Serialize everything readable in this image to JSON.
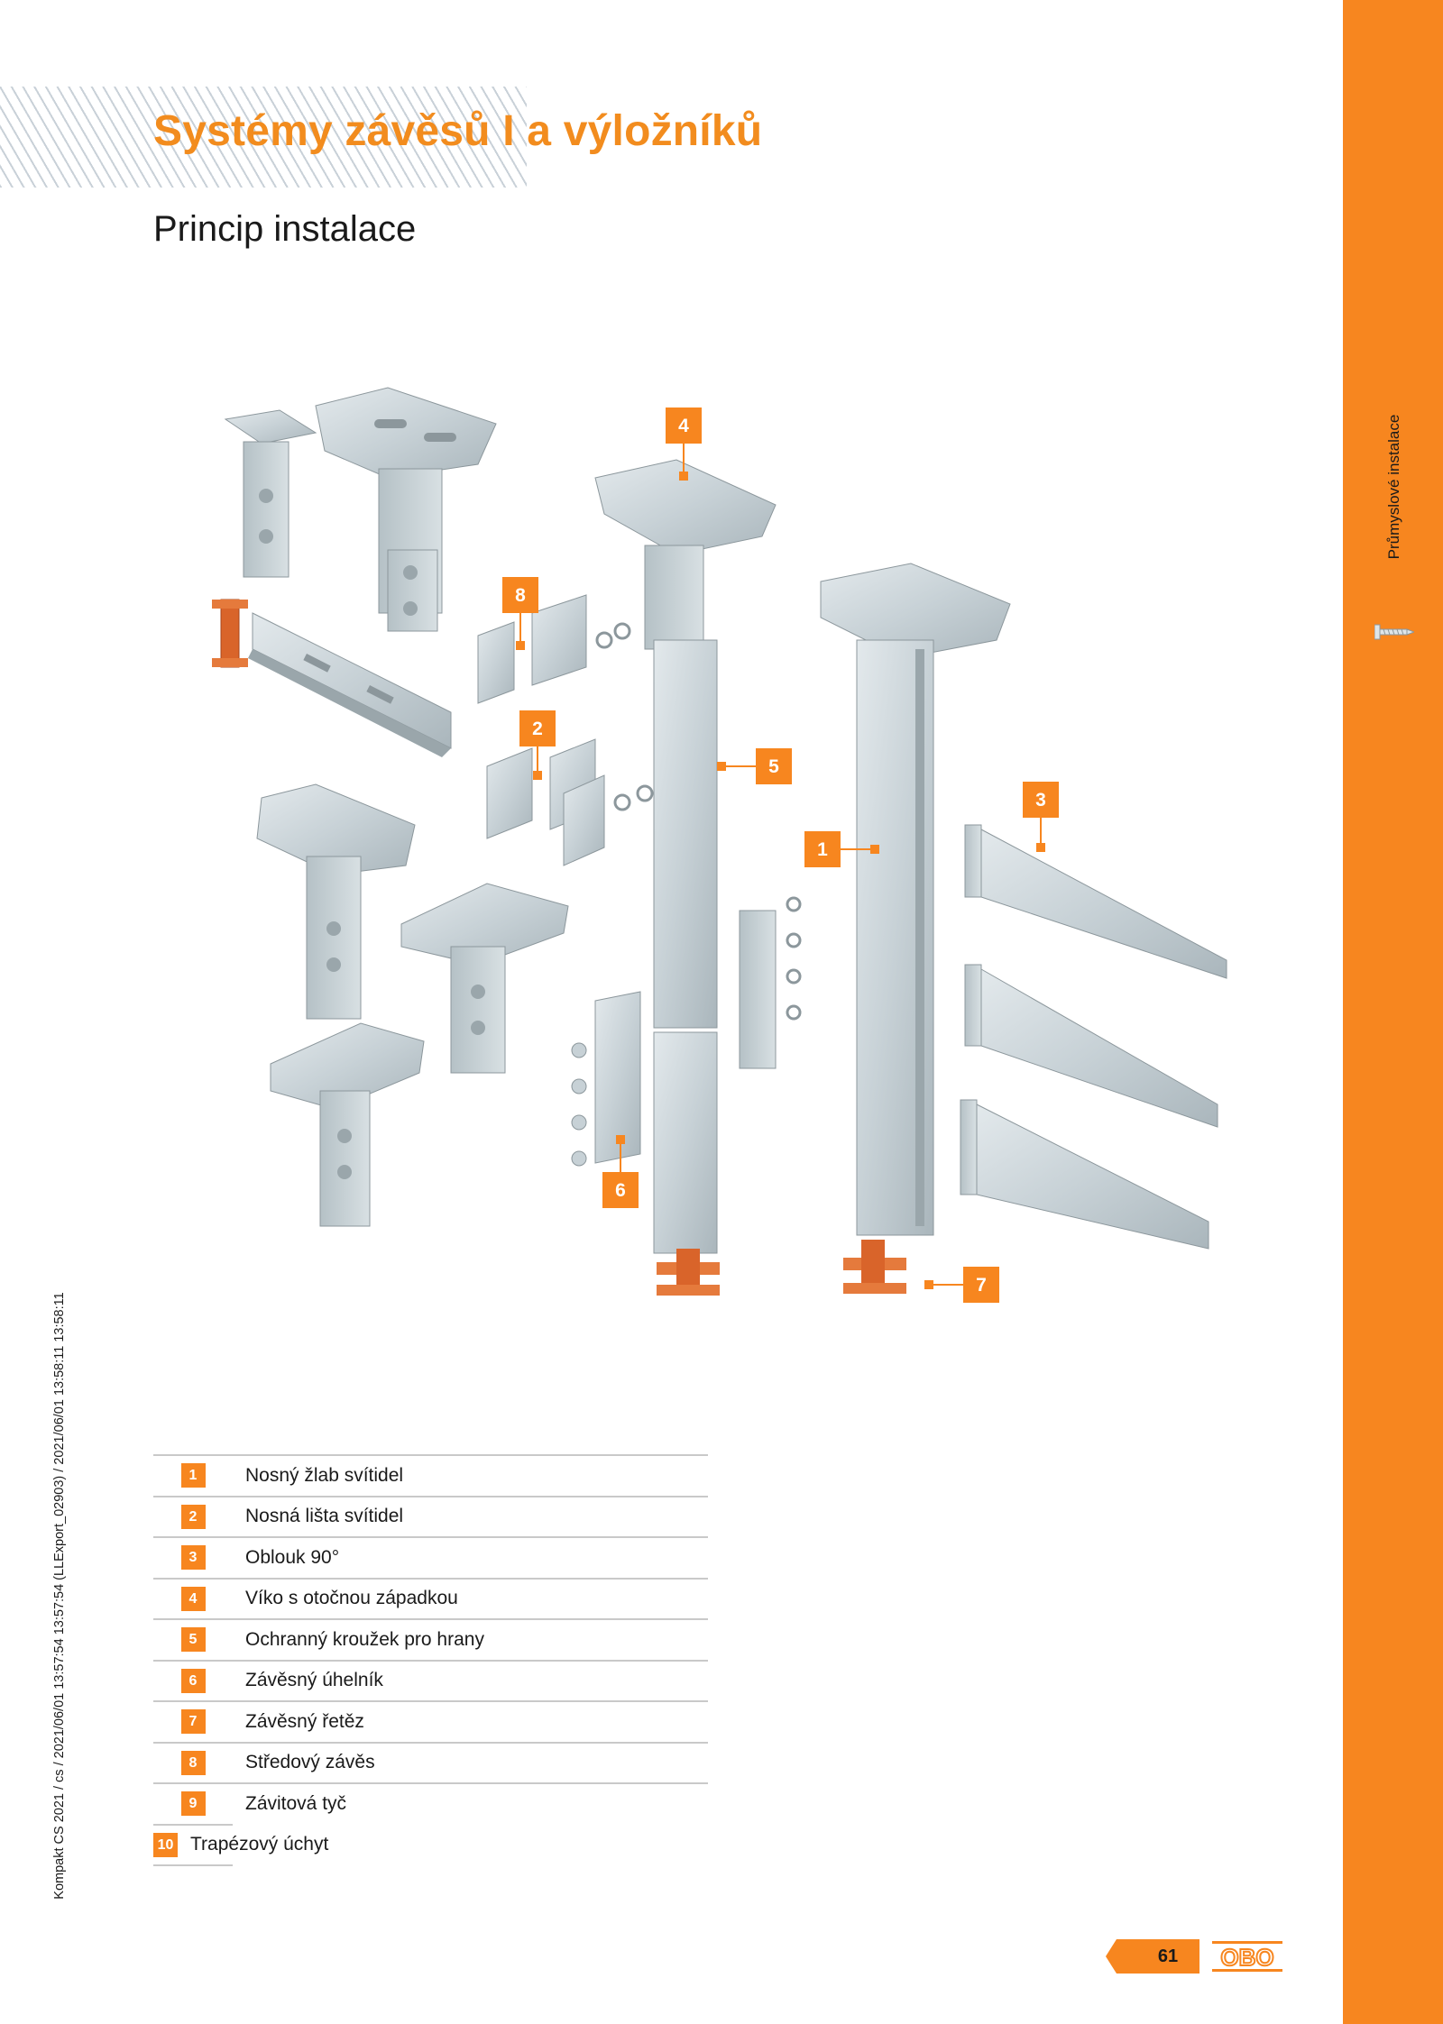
{
  "header": {
    "title": "Systémy závěsů I a výložníků",
    "subtitle": "Princip instalace"
  },
  "side": {
    "label": "Průmyslové instalace",
    "icon": "screw-icon"
  },
  "meta": {
    "vertical_text": "Kompakt CS 2021 / cs / 2021/06/01 13:57:54 13:57:54 (LLExport_02903) / 2021/06/01 13:58:11 13:58:11"
  },
  "callouts": [
    "1",
    "2",
    "3",
    "4",
    "5",
    "6",
    "7",
    "8"
  ],
  "legend": [
    {
      "num": "1",
      "label": "Nosný žlab svítidel"
    },
    {
      "num": "2",
      "label": "Nosná lišta svítidel"
    },
    {
      "num": "3",
      "label": "Oblouk 90°"
    },
    {
      "num": "4",
      "label": "Víko s otočnou západkou"
    },
    {
      "num": "5",
      "label": "Ochranný kroužek pro hrany"
    },
    {
      "num": "6",
      "label": "Závěsný úhelník"
    },
    {
      "num": "7",
      "label": "Závěsný řetěz"
    },
    {
      "num": "8",
      "label": "Středový závěs"
    },
    {
      "num": "9",
      "label": "Závitová tyč"
    },
    {
      "num": "10",
      "label": "Trapézový úchyt"
    }
  ],
  "footer": {
    "page_number": "61",
    "logo_text": "OBO"
  },
  "colors": {
    "accent": "#f7861f",
    "title": "#f28c1e",
    "metal": "#c4cfd4",
    "metal_dark": "#98a6ad",
    "rust_part": "#d9642a"
  }
}
